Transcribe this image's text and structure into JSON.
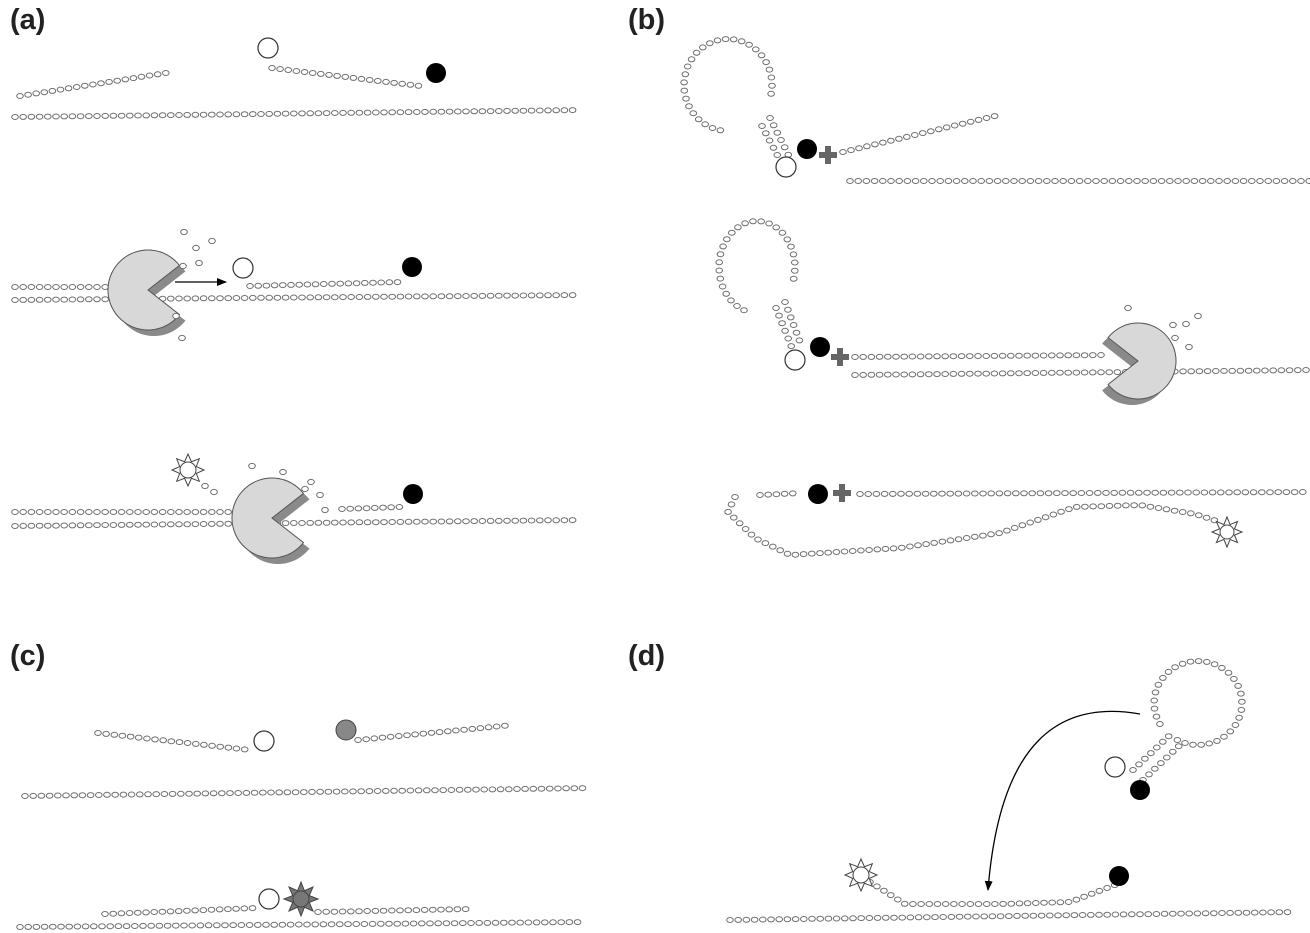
{
  "panels": [
    {
      "id": "a",
      "label": "(a)"
    },
    {
      "id": "b",
      "label": "(b)"
    },
    {
      "id": "c",
      "label": "(c)"
    },
    {
      "id": "d",
      "label": "(d)"
    }
  ],
  "colors": {
    "bead_stroke": "#6e6e6e",
    "bead_fill": "#ffffff",
    "reporter_quenched": "#ffffff",
    "quencher": "#000000",
    "mgb": "#666666",
    "acceptor": "#888888",
    "polymerase_fill": "#d8d8d8",
    "polymerase_shadow": "#8a8a8a",
    "arrow": "#000000"
  }
}
